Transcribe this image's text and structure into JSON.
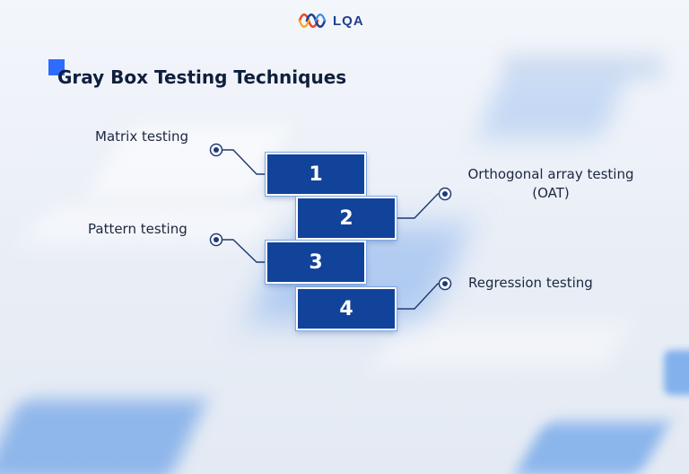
{
  "logo": {
    "text": "LQA"
  },
  "slide": {
    "title": "Gray Box Testing Techniques",
    "steps": [
      {
        "number": "1",
        "label": "Matrix testing"
      },
      {
        "number": "2",
        "label": "Orthogonal array testing (OAT)"
      },
      {
        "number": "3",
        "label": "Pattern testing"
      },
      {
        "number": "4",
        "label": "Regression testing"
      }
    ]
  },
  "colors": {
    "box_fill": "#12439a",
    "accent": "#2f6bff",
    "connector": "#1f3a74",
    "brand": "#1f3f8f"
  }
}
